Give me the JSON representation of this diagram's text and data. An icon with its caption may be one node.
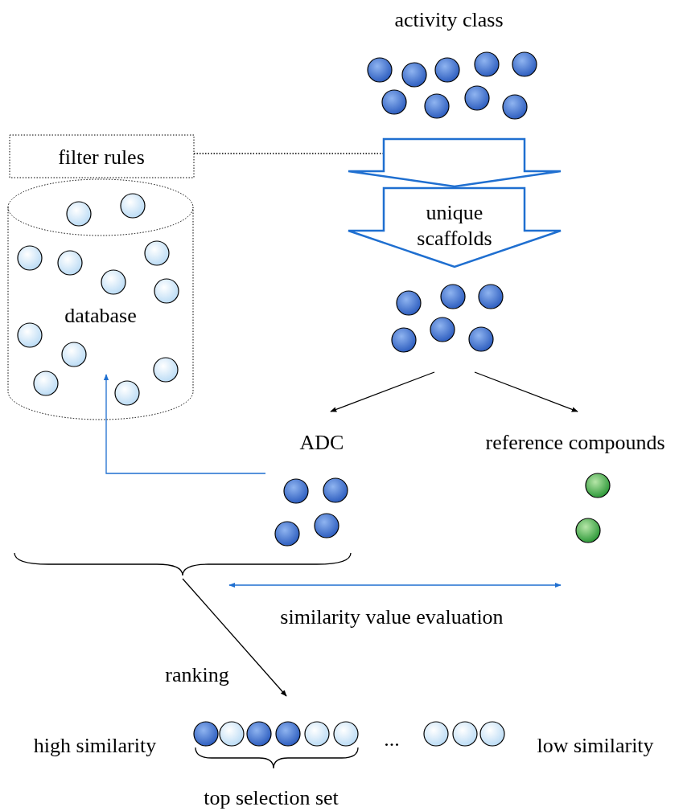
{
  "diagram": {
    "nodes": [
      {
        "text": [
          "activity class"
        ]
      },
      {
        "text": [
          "filter rules"
        ]
      },
      {
        "text": [
          "database"
        ]
      },
      {
        "text": [
          "unique scaffolds"
        ]
      },
      {
        "text": [],
        "shape": "circles"
      },
      {
        "text": [
          "ADC"
        ]
      },
      {
        "text": [
          "reference compounds"
        ]
      },
      {
        "text": [],
        "shape": "bracket"
      },
      {
        "text": [
          "..."
        ],
        "beside": [
          "high similarity",
          "low similarity",
          "top selection set"
        ]
      }
    ],
    "edges": [
      {
        "from": 1,
        "to": null,
        "arrow": "to",
        "style": "dashed"
      },
      {
        "from": 0,
        "to": 3,
        "arrow": "to",
        "style": "thick",
        "color": "#1f6fd0"
      },
      {
        "from": 4,
        "to": 5,
        "arrow": "to"
      },
      {
        "from": 4,
        "to": 6,
        "arrow": "to"
      },
      {
        "from": 5,
        "to": 2,
        "arrow": "to",
        "color": "#1f6fd0"
      },
      {
        "from": 7,
        "to": 6,
        "arrow": "both",
        "color": "#1f6fd0",
        "label": "similarity value evaluation"
      },
      {
        "from": 7,
        "to": 8,
        "arrow": "to",
        "label": "ranking"
      }
    ]
  }
}
